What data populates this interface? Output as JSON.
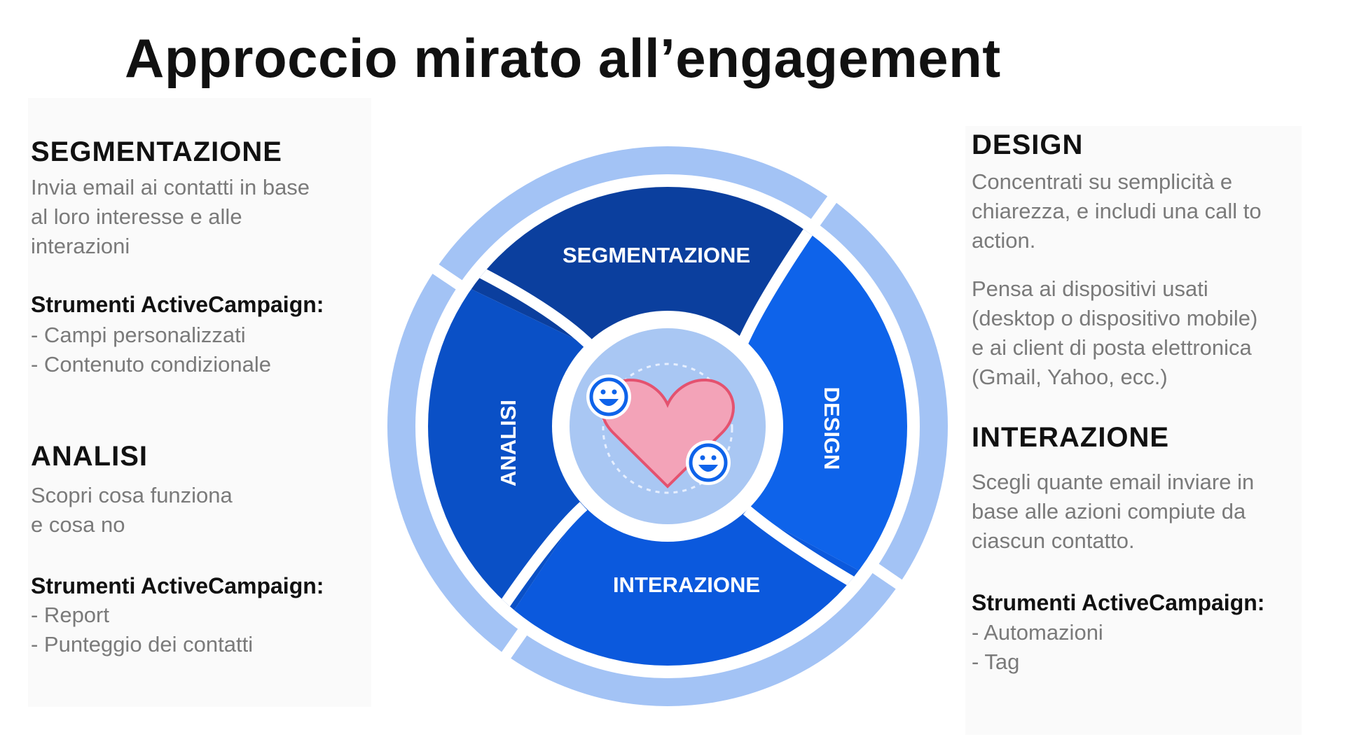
{
  "title": "Approccio mirato all’engagement",
  "left": {
    "segmentazione": {
      "heading": "SEGMENTAZIONE",
      "lines": [
        "Invia email ai contatti in base",
        "al loro interesse e alle",
        "interazioni"
      ],
      "tools_heading": "Strumenti ActiveCampaign:",
      "tools": [
        "- Campi personalizzati",
        "- Contenuto condizionale"
      ]
    },
    "analisi": {
      "heading": "ANALISI",
      "lines": [
        "Scopri cosa funziona",
        "e cosa no"
      ],
      "tools_heading": "Strumenti ActiveCampaign:",
      "tools": [
        "- Report",
        "- Punteggio dei contatti"
      ]
    }
  },
  "right": {
    "design": {
      "heading": "DESIGN",
      "lines": [
        "Concentrati su semplicità e",
        "chiarezza, e includi una call to",
        "action."
      ],
      "lines2": [
        "Pensa ai dispositivi usati",
        "(desktop o dispositivo mobile)",
        "e ai client di posta elettronica",
        "(Gmail, Yahoo, ecc.)"
      ]
    },
    "interazione": {
      "heading": "INTERAZIONE",
      "lines": [
        "Scegli quante email inviare in",
        "base alle azioni compiute da",
        "ciascun contatto."
      ],
      "tools_heading": "Strumenti ActiveCampaign:",
      "tools": [
        "- Automazioni",
        "- Tag"
      ]
    }
  },
  "wheel": {
    "segments": [
      "SEGMENTAZIONE",
      "DESIGN",
      "INTERAZIONE",
      "ANALISI"
    ],
    "center_icon": "heart-with-smileys",
    "colors": {
      "segmentazione": "#0b3f9e",
      "design": "#0e63ea",
      "interazione": "#0b59dd",
      "analisi": "#0a50c6",
      "ring": "#a3c3f5",
      "center": "#a9c7f3",
      "heart": "#f3a3b8",
      "heart_stroke": "#e4526f"
    }
  }
}
